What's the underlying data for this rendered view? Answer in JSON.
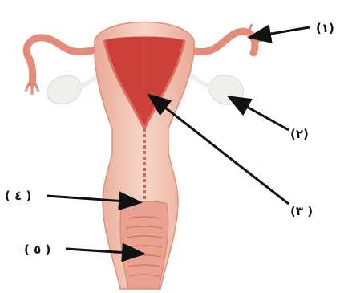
{
  "colors": {
    "tissue_light": "#f3c9b9",
    "tissue_mid": "#e89a86",
    "tissue_dark": "#d8604f",
    "cavity": "#c9342f",
    "ovary": "#f1efec",
    "arrow": "#111111"
  },
  "labels": [
    {
      "id": "1",
      "text": "(١)"
    },
    {
      "id": "2",
      "text": "(٢)"
    },
    {
      "id": "3",
      "text": "(٣ )"
    },
    {
      "id": "4",
      "text": "( ٤ )"
    },
    {
      "id": "5",
      "text": "( ٥ )"
    }
  ]
}
